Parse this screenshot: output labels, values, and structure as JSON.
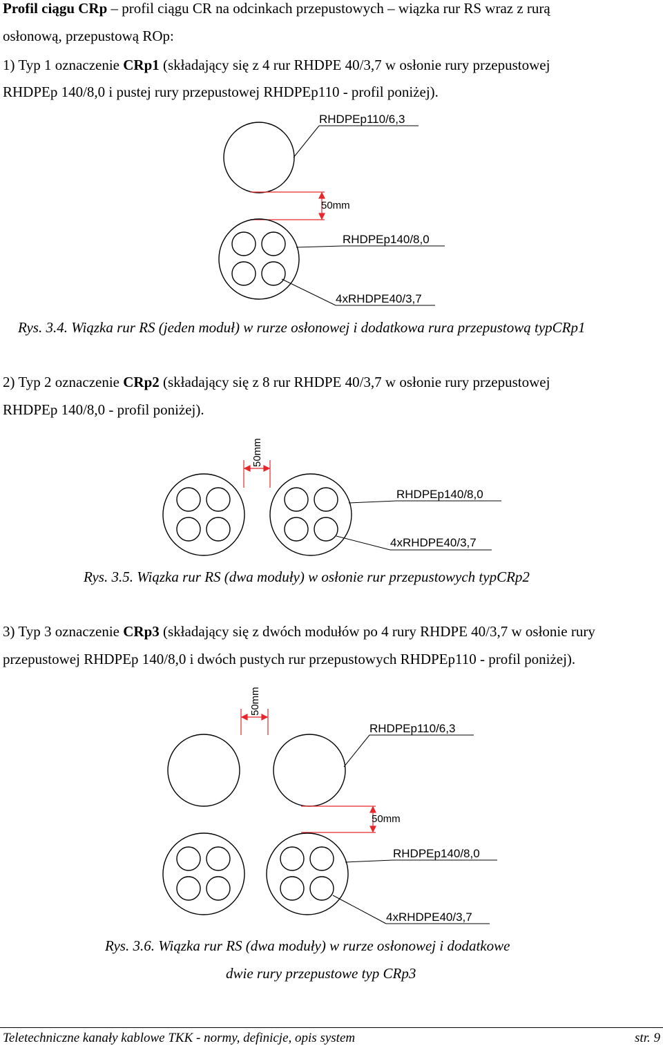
{
  "intro": {
    "lead": "Profil ciągu CRp",
    "rest1": " – profil ciągu CR na odcinkach przepustowych – wiązka rur RS wraz z rurą",
    "rest2": "osłonową, przepustową ROp:"
  },
  "type1": {
    "prefix": "1) Typ 1 oznaczenie ",
    "code": "CRp1",
    "suffix": " (składający się z 4 rur RHDPE 40/3,7 w osłonie rury przepustowej",
    "line2": "RHDPEp 140/8,0 i pustej rury przepustowej RHDPEp110 - profil poniżej)."
  },
  "fig1": {
    "label_pass": "RHDPEp110/6,3",
    "label_gap": "50mm",
    "label_sheath": "RHDPEp140/8,0",
    "label_ducts": "4xRHDPE40/3,7",
    "caption": "Rys. 3.4. Wiązka rur RS (jeden moduł) w rurze osłonowej i dodatkowa rura przepustową typCRp1"
  },
  "type2": {
    "prefix": "2) Typ 2 oznaczenie ",
    "code": "CRp2",
    "suffix": " (składający się z 8 rur RHDPE 40/3,7 w osłonie rury przepustowej",
    "line2": "RHDPEp 140/8,0 - profil poniżej)."
  },
  "fig2": {
    "label_gap": "50mm",
    "label_sheath": "RHDPEp140/8,0",
    "label_ducts": "4xRHDPE40/3,7",
    "caption": "Rys. 3.5. Wiązka rur RS (dwa moduły) w osłonie rur przepustowych typCRp2"
  },
  "type3": {
    "prefix": "3) Typ 3 oznaczenie ",
    "code": "CRp3",
    "suffix": " (składający się z dwóch modułów po 4 rury RHDPE 40/3,7 w osłonie rury",
    "line2": "przepustowej RHDPEp 140/8,0 i dwóch pustych rur przepustowych RHDPEp110 - profil poniżej)."
  },
  "fig3": {
    "label_gap_vertical": "50mm",
    "label_pass": "RHDPEp110/6,3",
    "label_gap": "50mm",
    "label_sheath": "RHDPEp140/8,0",
    "label_ducts": "4xRHDPE40/3,7",
    "caption_line1": "Rys. 3.6. Wiązka rur RS (dwa moduły) w rurze osłonowej  i dodatkowe",
    "caption_line2": "dwie rury przepustowe typ CRp3"
  },
  "footer": {
    "left": "Teletechniczne kanały kablowe TKK - normy, definicje, opis system",
    "right": "str. 9"
  },
  "colors": {
    "dimension_red": "#e8262a",
    "line": "#000000"
  }
}
